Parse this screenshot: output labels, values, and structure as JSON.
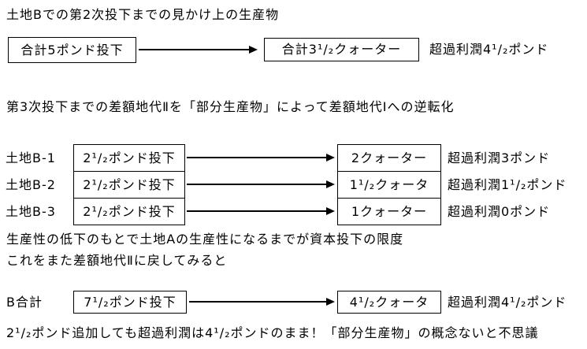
{
  "colors": {
    "background": "#ffffff",
    "text": "#000000",
    "border": "#000000",
    "arrow": "#000000"
  },
  "section1": {
    "title": "土地Bでの第2次投下までの見かけ上の生産物",
    "input_box": "合計5ポンド投下",
    "output_box": "合計3¹/₂クォーター",
    "profit_label": "超過利潤4¹/₂ポンド"
  },
  "section2": {
    "title": "第3次投下までの差額地代Ⅱを「部分生産物」によって差額地代Ⅰへの逆転化",
    "rows": [
      {
        "land": "土地B-1",
        "input": "2¹/₂ポンド投下",
        "output": "2クォーター",
        "profit": "超過利潤3ポンド"
      },
      {
        "land": "土地B-2",
        "input": "2¹/₂ポンド投下",
        "output": "1¹/₂クォータ",
        "profit": "超過利潤1¹/₂ポンド"
      },
      {
        "land": "土地B-3",
        "input": "2¹/₂ポンド投下",
        "output": "1クォーター",
        "profit": "超過利潤0ポンド"
      }
    ]
  },
  "section3": {
    "note1": "生産性の低下のもとで土地Aの生産性になるまでが資本投下の限度",
    "note2": "これをまた差額地代Ⅱに戻してみると"
  },
  "section4": {
    "total_label": "B合計",
    "input_box": "7¹/₂ポンド投下",
    "output_box": "4¹/₂クォータ",
    "profit_label": "超過利潤4¹/₂ポンド",
    "footnote": "2¹/₂ポンド追加しても超過利潤は4¹/₂ポンドのまま！「部分生産物」の概念ないと不思議"
  }
}
